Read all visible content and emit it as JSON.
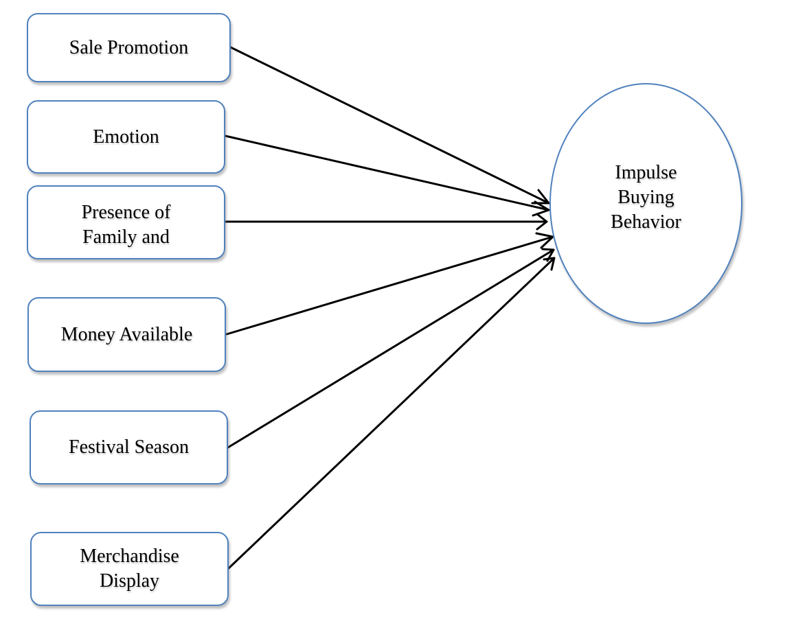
{
  "factors": [
    {
      "label": "Sale Promotion"
    },
    {
      "label": "Emotion"
    },
    {
      "label": "Presence of\nFamily and"
    },
    {
      "label": "Money Available"
    },
    {
      "label": "Festival Season"
    },
    {
      "label": "Merchandise\nDisplay"
    }
  ],
  "outcome": {
    "label": "Impulse\nBuying\nBehavior"
  },
  "colors": {
    "border": "#4f81bd",
    "arrow": "#000000"
  }
}
